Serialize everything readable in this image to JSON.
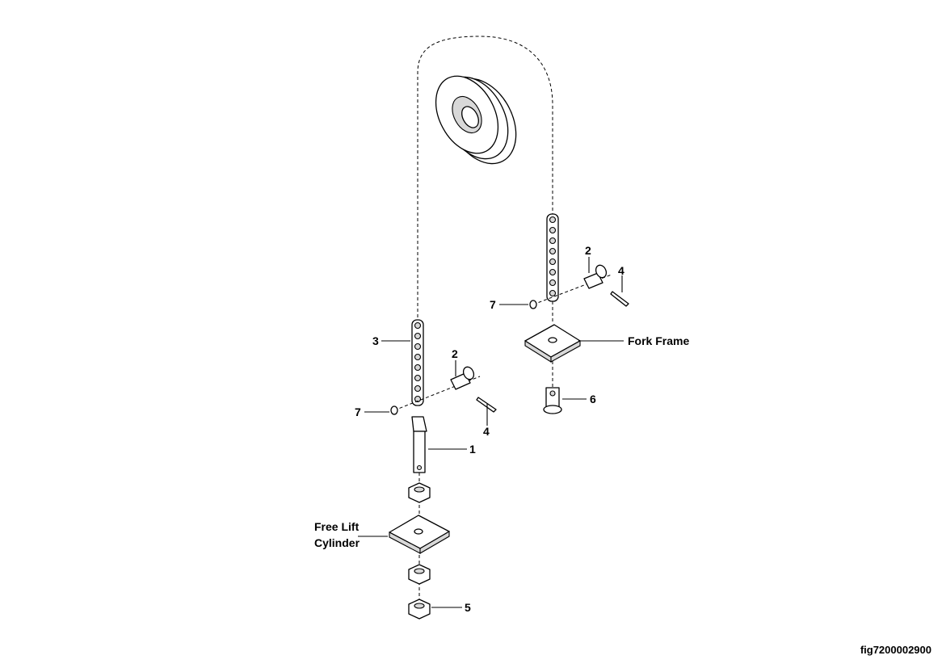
{
  "callouts": {
    "left_chain": "3",
    "left_clevis_pin": "2",
    "left_cotter_pin": "4",
    "left_washer": "7",
    "anchor_bolt": "1",
    "jam_nut": "5",
    "right_clevis_pin": "2",
    "right_cotter_pin": "4",
    "right_washer": "7",
    "chain_anchor": "6"
  },
  "labels": {
    "fork_frame": "Fork Frame",
    "free_lift_cylinder_line1": "Free Lift",
    "free_lift_cylinder_line2": "Cylinder"
  },
  "figure_id": "fig7200002900"
}
